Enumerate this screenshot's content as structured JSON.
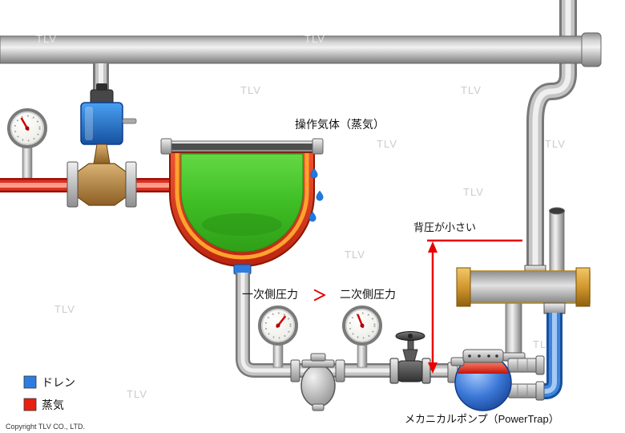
{
  "watermark": {
    "text": "TLV"
  },
  "annotations": {
    "operating_gas": "操作気体（蒸気）",
    "back_pressure": "背圧が小さい",
    "primary_pressure": "一次側圧力",
    "comparison_symbol": "＞",
    "secondary_pressure": "二次側圧力",
    "pump_caption": "メカニカルポンプ（PowerTrap）"
  },
  "legend": {
    "items": [
      {
        "label": "ドレン",
        "color": "#2d7de0"
      },
      {
        "label": "蒸気",
        "color": "#e82010"
      }
    ]
  },
  "footer": {
    "copyright": "Copyright TLV CO., LTD."
  },
  "colors": {
    "steam_pipe": "#dd3322",
    "drain_pipe": "#3f85dd",
    "annotation_red": "#e80000"
  }
}
